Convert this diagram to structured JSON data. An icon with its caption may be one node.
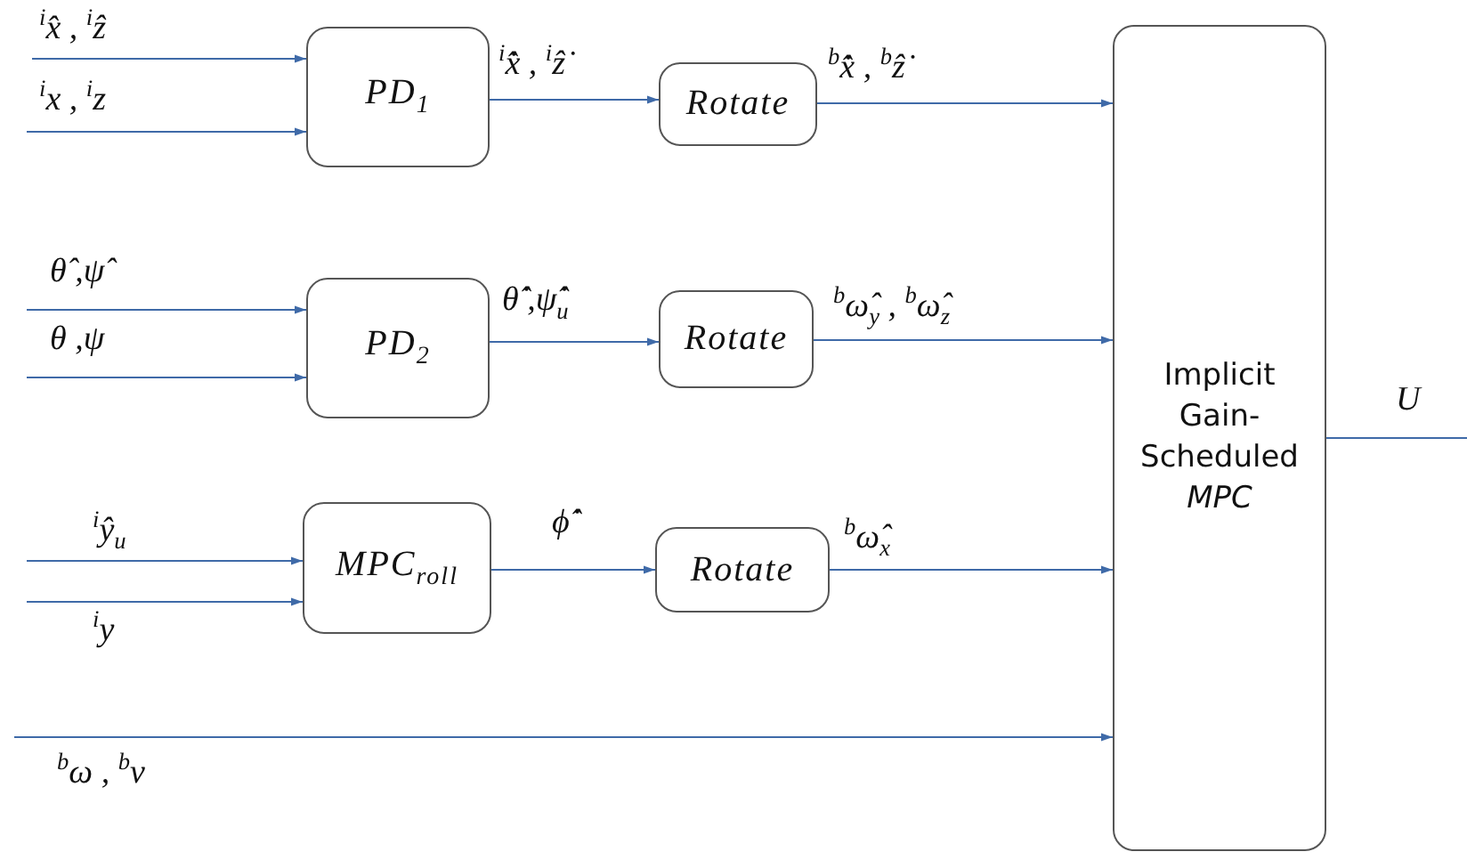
{
  "diagram": {
    "nodes": [
      {
        "text": [
          "PD$_{1}$"
        ]
      },
      {
        "text": [
          "Rotate"
        ]
      },
      {
        "text": [
          "PD$_{2}$"
        ]
      },
      {
        "text": [
          "Rotate"
        ]
      },
      {
        "text": [
          "MPC$_{roll}$"
        ]
      },
      {
        "text": [
          "Rotate"
        ]
      },
      {
        "text": [
          "Implicit Gain-Scheduled *MPC*"
        ]
      }
    ],
    "edges": [
      {
        "from": null,
        "to": 0,
        "arrow": "to",
        "label": "$^{i}$x̂ , $^{i}$ẑ"
      },
      {
        "from": null,
        "to": 0,
        "arrow": "to",
        "label": "$^{i}$x , $^{i}$z"
      },
      {
        "from": 0,
        "to": 1,
        "arrow": "to",
        "label": "$^{i}$x̂̇ , $^{i}$ẑ̇"
      },
      {
        "from": 1,
        "to": 6,
        "arrow": "to",
        "label": "$^{b}$x̂̇ , $^{b}$ẑ̇"
      },
      {
        "from": null,
        "to": 2,
        "arrow": "to",
        "label": "θ̂ ,ψ̂"
      },
      {
        "from": null,
        "to": 2,
        "arrow": "to",
        "label": "θ ,ψ"
      },
      {
        "from": 2,
        "to": 3,
        "arrow": "to",
        "label": "θ̂̇ ,ψ̂̇$_{u}$"
      },
      {
        "from": 3,
        "to": 6,
        "arrow": "to",
        "label": "$^{b}$ω̂$_{y}$ , $^{b}$ω̂$_{z}$"
      },
      {
        "from": null,
        "to": 4,
        "arrow": "to",
        "label": "$^{i}$ŷ$_{u}$"
      },
      {
        "from": null,
        "to": 4,
        "arrow": "to",
        "label": "$^{i}$y"
      },
      {
        "from": 4,
        "to": 5,
        "arrow": "to",
        "label": "ϕ̂̇"
      },
      {
        "from": 5,
        "to": 6,
        "arrow": "to",
        "label": "$^{b}$ω̂$_{x}$"
      },
      {
        "from": null,
        "to": 6,
        "arrow": "to",
        "label": "$^{b}$ω , $^{b}$v"
      },
      {
        "from": 6,
        "to": null,
        "arrow": "none",
        "label": "U"
      }
    ]
  }
}
